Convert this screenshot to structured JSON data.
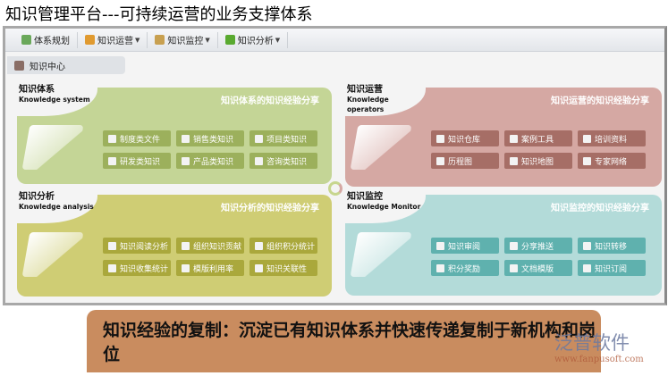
{
  "title": "知识管理平台---可持续运营的业务支撑体系",
  "toolbar": [
    {
      "label": "体系规划",
      "icon": "plan-icon",
      "color": "#6aa85a",
      "caret": false
    },
    {
      "label": "知识运营",
      "icon": "org-chart-icon",
      "color": "#e09a30",
      "caret": true
    },
    {
      "label": "知识监控",
      "icon": "document-lock-icon",
      "color": "#c8a050",
      "caret": true
    },
    {
      "label": "知识分析",
      "icon": "checkmark-icon",
      "color": "#5aaa30",
      "caret": true
    }
  ],
  "tab": {
    "label": "知识中心"
  },
  "panels": [
    {
      "id": "system",
      "title": "知识体系",
      "subtitle": "Knowledge system",
      "slogan": "知识体系的知识经验分享",
      "color": "#c4d596",
      "btn": "#9cb05c",
      "items": [
        "制度类文件",
        "销售类知识",
        "项目类知识",
        "研发类知识",
        "产品类知识",
        "咨询类知识"
      ]
    },
    {
      "id": "operators",
      "title": "知识运营",
      "subtitle": "Knowledge operators",
      "slogan": "知识运营的知识经验分享",
      "color": "#d5a8a3",
      "btn": "#a66e66",
      "items": [
        "知识仓库",
        "案例工具",
        "培训资料",
        "历程图",
        "知识地图",
        "专家网络"
      ]
    },
    {
      "id": "analysis",
      "title": "知识分析",
      "subtitle": "Knowledge analysis",
      "slogan": "知识分析的知识经验分享",
      "color": "#cfcd74",
      "btn": "#aaa83c",
      "items": [
        "知识阅读分析",
        "组织知识贡献",
        "组织积分统计",
        "知识收集统计",
        "模版利用率",
        "知识关联性"
      ]
    },
    {
      "id": "monitor",
      "title": "知识监控",
      "subtitle": "Knowledge Monitor",
      "slogan": "知识监控的知识经验分享",
      "color": "#b3dbd9",
      "btn": "#5fb1ae",
      "items": [
        "知识审阅",
        "分享推送",
        "知识转移",
        "积分奖励",
        "文档模版",
        "知识订阅"
      ]
    }
  ],
  "banner": "知识经验的复制：沉淀已有知识体系并快速传递复制于新机构和岗位",
  "watermark": {
    "name": "泛普软件",
    "url": "www.fanpusoft.com"
  }
}
